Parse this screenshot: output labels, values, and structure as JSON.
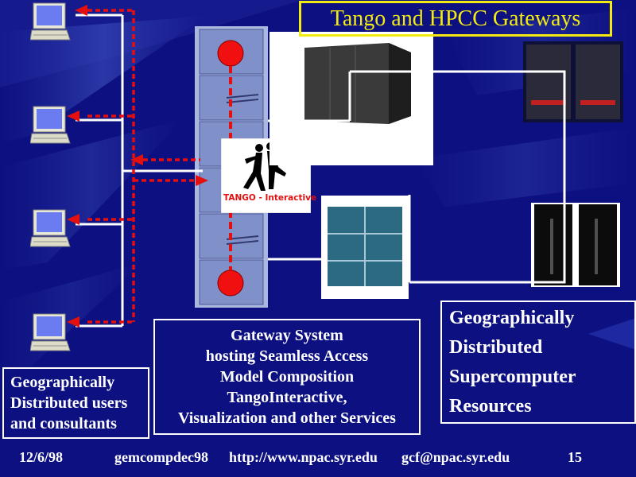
{
  "slide": {
    "title": "Tango and HPCC Gateways",
    "users_box": [
      "Geographically",
      "Distributed users",
      "and consultants"
    ],
    "gateway_box": [
      "Gateway System",
      "hosting Seamless Access",
      "Model Composition",
      "TangoInteractive,",
      "Visualization and other Services"
    ],
    "resources_box": [
      "Geographically",
      "Distributed",
      "Supercomputer",
      "Resources"
    ],
    "tango_logo_text": "TANGO - Interactive",
    "footer": {
      "date": "12/6/98",
      "talk_id": "gemcompdec98",
      "url": "http://www.npac.syr.edu",
      "email": "gcf@npac.syr.edu",
      "page": "15"
    }
  },
  "colors": {
    "background": "#0d1080",
    "title": "#f2ea10",
    "arrow": "#e41010",
    "connector": "#ffffff"
  },
  "icons": [
    "laptop-icon",
    "server-rack-icon",
    "supercomputer-icon",
    "tango-dancers-logo"
  ]
}
